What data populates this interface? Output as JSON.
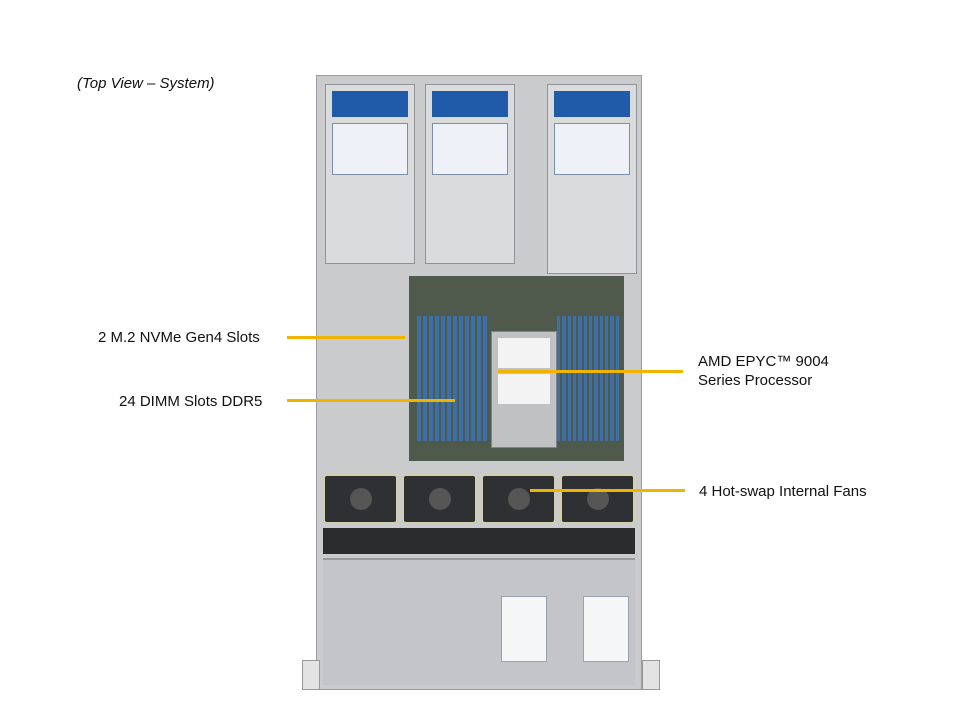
{
  "caption": "(Top View – System)",
  "callouts": [
    {
      "label": "2 M.2 NVMe Gen4 Slots"
    },
    {
      "label": "24 DIMM Slots DDR5"
    },
    {
      "label_line1": "AMD EPYC™ 9004",
      "label_line2": "Series Processor"
    },
    {
      "label": "4 Hot-swap Internal  Fans"
    }
  ],
  "colors": {
    "callout_line": "#f0b400",
    "dimm": "#3c6ea8",
    "riser_label": "#1f5ba8"
  }
}
